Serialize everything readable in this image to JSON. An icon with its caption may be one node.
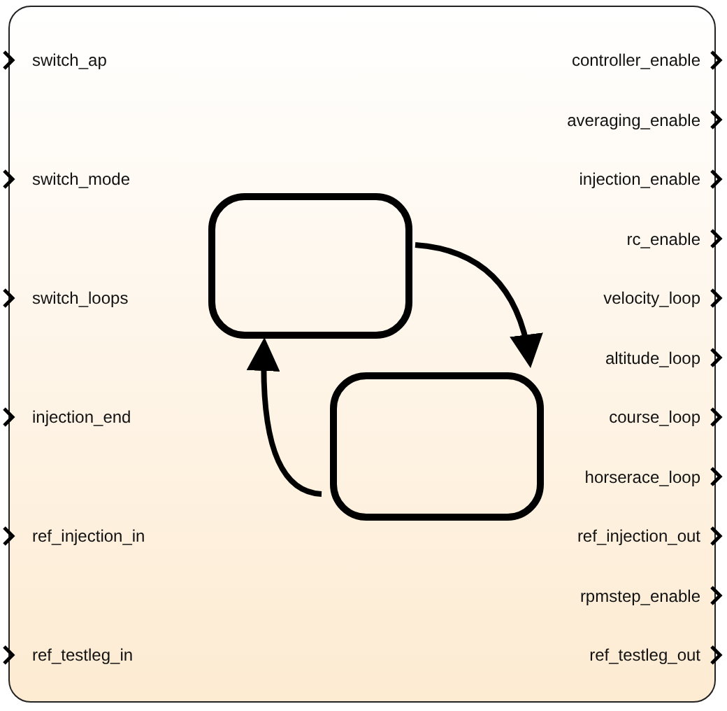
{
  "diagram": {
    "nodes": [
      {
        "text": [],
        "shape": "box"
      },
      {
        "text": [],
        "shape": "box",
        "in": 0
      },
      {
        "text": [],
        "shape": "box",
        "in": 0
      }
    ],
    "edges": [
      {
        "from": 1,
        "to": 2,
        "arrow": "to"
      },
      {
        "from": 2,
        "to": 1,
        "arrow": "to"
      }
    ],
    "labels": [
      "switch_ap",
      "switch_mode",
      "switch_loops",
      "injection_end",
      "ref_injection_in",
      "ref_testleg_in",
      "controller_enable",
      "averaging_enable",
      "injection_enable",
      "rc_enable",
      "velocity_loop",
      "altitude_loop",
      "course_loop",
      "horserace_loop",
      "ref_injection_out",
      "rpmstep_enable",
      "ref_testleg_out"
    ]
  }
}
